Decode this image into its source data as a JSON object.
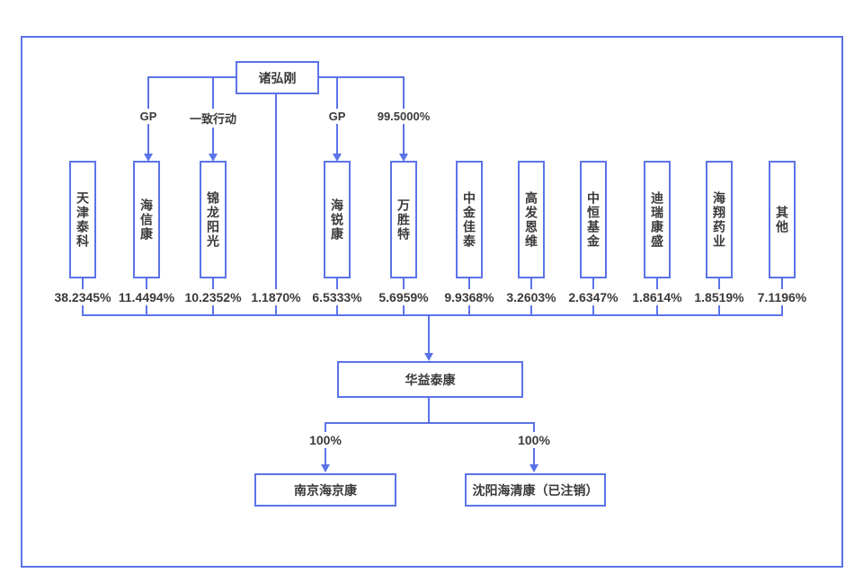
{
  "colors": {
    "line": "#5b73e8",
    "box_border": "#5b73e8",
    "text": "#3a3a3a",
    "background": "#ffffff"
  },
  "root": {
    "name": "诸弘刚"
  },
  "edges": {
    "gp_left": "GP",
    "concerted_action": "一致行动",
    "gp_right": "GP",
    "wanshengte_pct": "99.5000%"
  },
  "root_direct_pct": "1.1870%",
  "shareholders": [
    {
      "name": "天津泰科",
      "pct": "38.2345%"
    },
    {
      "name": "海信康",
      "pct": "11.4494%"
    },
    {
      "name": "锦龙阳光",
      "pct": "10.2352%"
    },
    {
      "name": "海锐康",
      "pct": "6.5333%"
    },
    {
      "name": "万胜特",
      "pct": "5.6959%"
    },
    {
      "name": "中金佳泰",
      "pct": "9.9368%"
    },
    {
      "name": "高发恩维",
      "pct": "3.2603%"
    },
    {
      "name": "中恒基金",
      "pct": "2.6347%"
    },
    {
      "name": "迪瑞康盛",
      "pct": "1.8614%"
    },
    {
      "name": "海翔药业",
      "pct": "1.8519%"
    },
    {
      "name": "其他",
      "pct": "7.1196%"
    }
  ],
  "company": {
    "name": "华益泰康"
  },
  "subsidiary_edges": {
    "left_pct": "100%",
    "right_pct": "100%"
  },
  "subsidiaries": [
    {
      "name": "南京海京康"
    },
    {
      "name": "沈阳海清康（已注销）"
    }
  ]
}
